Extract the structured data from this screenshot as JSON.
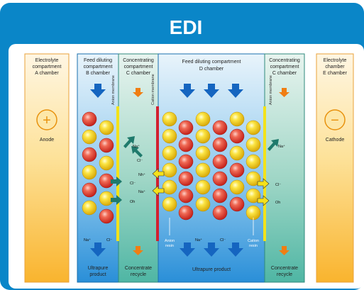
{
  "title": "EDI",
  "chambers": {
    "a": {
      "lines": [
        "Electrolyte",
        "compartment",
        "A chamber"
      ],
      "electrode_label": "Anode",
      "sign": "+"
    },
    "b": {
      "lines": [
        "Feed diluting",
        "compartment",
        "B chamber"
      ],
      "bottom": [
        "Ultrapure",
        "product"
      ]
    },
    "c1": {
      "lines": [
        "Concentrating",
        "compartment",
        "C chamber"
      ],
      "bottom": [
        "Concentrate",
        "recycle"
      ]
    },
    "d": {
      "lines": [
        "Feed diluting compartment",
        "D chamber"
      ],
      "bottom": [
        "Ultrapure product"
      ]
    },
    "c2": {
      "lines": [
        "Concentrating",
        "compartment",
        "C chamber"
      ],
      "bottom": [
        "Concentrate",
        "recycle"
      ]
    },
    "e": {
      "lines": [
        "Electrolyte",
        "chamber",
        "E chamber"
      ],
      "electrode_label": "Cathode",
      "sign": "−"
    }
  },
  "membranes": {
    "anion": "Anion membrane",
    "cation": "Cation membrane"
  },
  "resins": {
    "anion": [
      "Anion",
      "resin"
    ],
    "cation": [
      "Cation",
      "resin"
    ]
  },
  "ions": {
    "na": "Na⁺",
    "cl": "Cl⁻",
    "nh": "Nh⁺",
    "oh": "Oh",
    "b_bottom_na": "Na⁺",
    "b_bottom_cl": "Cl⁻",
    "d_bottom_na": "Na⁺",
    "d_bottom_cl": "Cl⁻"
  },
  "colors": {
    "header": "#0a86c8",
    "electrolyte": "#f7a21b",
    "feed": "#1e88d6",
    "concentrate": "#3aa5a0",
    "membrane_anion": "#f3e21a",
    "membrane_cation": "#d2202f",
    "flow_arrow": "#1565c0",
    "concentrate_arrow": "#f07e12",
    "teal_arrow": "#1f7a6c",
    "ion_arrow": "#f4e11b",
    "bead_red": "#e63a2e",
    "bead_yellow": "#f4d20b"
  }
}
